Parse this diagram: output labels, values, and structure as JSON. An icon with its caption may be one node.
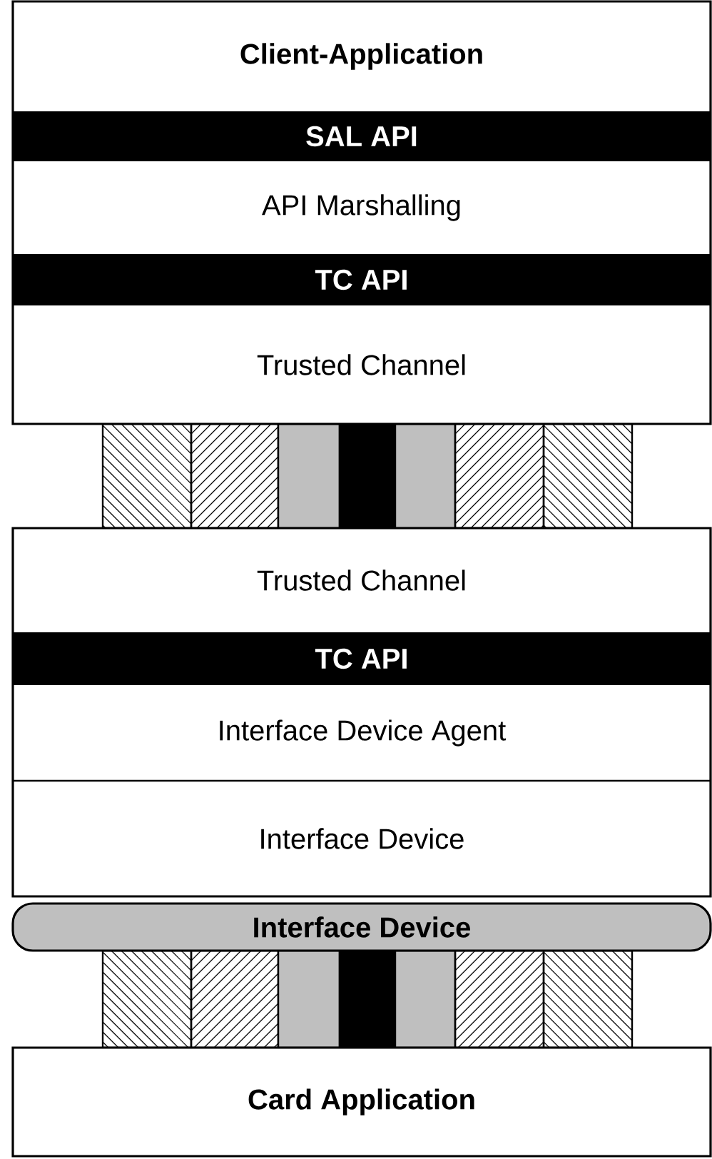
{
  "diagram": {
    "nodes": [
      {
        "text": [],
        "shape": "box"
      },
      {
        "text": [
          "Client-Application"
        ],
        "in": 0
      },
      {
        "text": [
          "SAL API"
        ],
        "in": 0
      },
      {
        "text": [
          "API Marshalling"
        ],
        "in": 0
      },
      {
        "text": [
          "TC API"
        ],
        "in": 0
      },
      {
        "text": [
          "Trusted Channel"
        ],
        "in": 0
      },
      {
        "text": [],
        "shape": "box"
      },
      {
        "text": [
          "Trusted Channel"
        ],
        "in": 6
      },
      {
        "text": [
          "TC API"
        ],
        "in": 6
      },
      {
        "text": [
          "Interface Device Agent"
        ],
        "in": 6
      },
      {
        "text": [
          "Interface Device"
        ],
        "in": 6
      },
      {
        "text": [
          "Interface Device"
        ]
      },
      {
        "text": [
          "Card Application"
        ]
      }
    ]
  }
}
